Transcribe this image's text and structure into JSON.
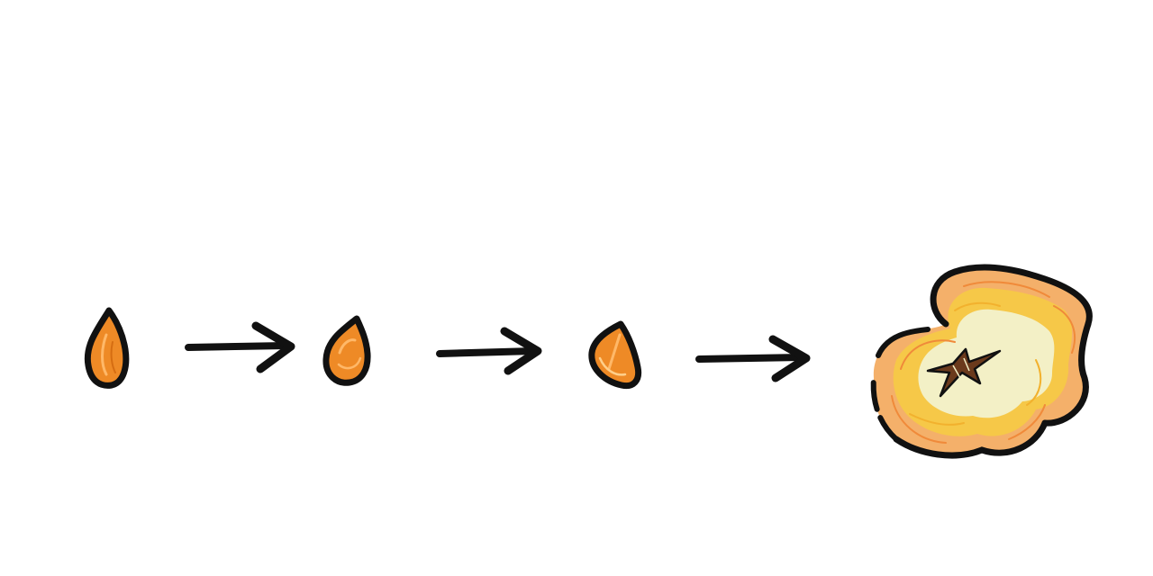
{
  "diagram": {
    "stages": [
      {
        "name": "kernel",
        "icon": "corn-kernel-icon"
      },
      {
        "name": "heating-kernel",
        "icon": "corn-kernel-icon"
      },
      {
        "name": "splitting-kernel",
        "icon": "corn-kernel-icon"
      },
      {
        "name": "popped-corn",
        "icon": "popcorn-icon"
      }
    ],
    "arrows": 3,
    "colors": {
      "outline": "#111111",
      "kernel_fill": "#ee8a26",
      "kernel_highlight": "#ffb868",
      "popcorn_outer": "#f4b06a",
      "popcorn_mid": "#f6c848",
      "popcorn_inner": "#f3f0c6",
      "popcorn_hull": "#6b3a1c",
      "background": "#ffffff"
    }
  }
}
